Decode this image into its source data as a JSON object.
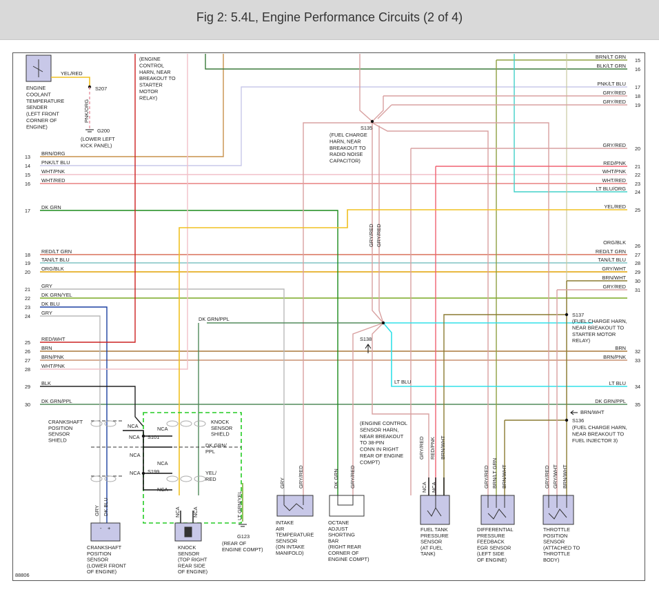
{
  "title": "Fig 2: 5.4L, Engine Performance Circuits (2 of 4)",
  "figure_code": "88806",
  "colors": {
    "yel_red": "#f0c020",
    "pnk_org": "#e890a0",
    "brn_org": "#c8904a",
    "pnk_ltblu": "#c8c8ea",
    "wht_pnk": "#f2c0c8",
    "wht_red": "#e88080",
    "dk_grn": "#1a8a1a",
    "red_ltgrn": "#d8705a",
    "tan_ltblu": "#7fc4c4",
    "org_blk": "#e0a000",
    "gry": "#b8b8b8",
    "dk_grn_yel": "#78a820",
    "dk_blu": "#1a3ea0",
    "red_wht": "#cc2020",
    "brn": "#a8783c",
    "brn_pnk": "#c89070",
    "blk": "#222222",
    "dk_grn_ppl": "#508a5a",
    "brn_ltgrn": "#8ea040",
    "blk_ltgrn": "#3a7a3a",
    "gry_red": "#d8a0a0",
    "red_pnk": "#f06070",
    "lt_blu_org": "#40d0c8",
    "lt_blu": "#30e0e8",
    "gry_wht": "#c8c8a0",
    "brn_wht": "#8a7a30",
    "lt_grn_yel": "#7ab030",
    "shield": "#aaaaaa",
    "green_box": "#22cc22"
  },
  "left_wires": [
    {
      "num": "13",
      "label": "BRN/ORG"
    },
    {
      "num": "14",
      "label": "PNK/LT BLU"
    },
    {
      "num": "15",
      "label": "WHT/PNK"
    },
    {
      "num": "16",
      "label": "WHT/RED"
    },
    {
      "num": "17",
      "label": "DK GRN"
    },
    {
      "num": "18",
      "label": "RED/LT GRN"
    },
    {
      "num": "19",
      "label": "TAN/LT BLU"
    },
    {
      "num": "20",
      "label": "ORG/BLK"
    },
    {
      "num": "21",
      "label": "GRY"
    },
    {
      "num": "22",
      "label": "DK GRN/YEL"
    },
    {
      "num": "23",
      "label": "DK BLU"
    },
    {
      "num": "24",
      "label": "GRY"
    },
    {
      "num": "25",
      "label": "RED/WHT"
    },
    {
      "num": "26",
      "label": "BRN"
    },
    {
      "num": "27",
      "label": "BRN/PNK"
    },
    {
      "num": "28",
      "label": "WHT/PNK"
    },
    {
      "num": "29",
      "label": "BLK"
    },
    {
      "num": "30",
      "label": "DK GRN/PPL"
    }
  ],
  "right_wires": [
    {
      "num": "15",
      "label": "BRN/LT GRN"
    },
    {
      "num": "16",
      "label": "BLK/LT GRN"
    },
    {
      "num": "17",
      "label": "PNK/LT BLU"
    },
    {
      "num": "18",
      "label": "GRY/RED"
    },
    {
      "num": "19",
      "label": "GRY/RED"
    },
    {
      "num": "20",
      "label": "GRY/RED"
    },
    {
      "num": "21",
      "label": "RED/PNK"
    },
    {
      "num": "22",
      "label": "WHT/PNK"
    },
    {
      "num": "23",
      "label": "WHT/RED"
    },
    {
      "num": "24",
      "label": "LT BLU/ORG"
    },
    {
      "num": "25",
      "label": "YEL/RED"
    },
    {
      "num": "26",
      "label": "ORG/BLK"
    },
    {
      "num": "27",
      "label": "RED/LT GRN"
    },
    {
      "num": "28",
      "label": "TAN/LT BLU"
    },
    {
      "num": "29",
      "label": "GRY/WHT"
    },
    {
      "num": "30",
      "label": "BRN/WHT"
    },
    {
      "num": "31",
      "label": "GRY/RED"
    },
    {
      "num": "32",
      "label": "BRN"
    },
    {
      "num": "33",
      "label": "BRN/PNK"
    },
    {
      "num": "34",
      "label": "LT BLU"
    },
    {
      "num": "35",
      "label": "DK GRN/PPL"
    }
  ],
  "components": {
    "ect_sender": [
      "ENGINE",
      "COOLANT",
      "TEMPERATURE",
      "SENDER",
      "(LEFT FRONT",
      "CORNER OF",
      "ENGINE)"
    ],
    "engine_control_harness": [
      "(ENGINE",
      "CONTROL",
      "HARN, NEAR",
      "BREAKOUT TO",
      "STARTER",
      "MOTOR",
      "RELAY)"
    ],
    "s207": "S207",
    "g200": "G200",
    "g200_loc": [
      "(LOWER LEFT",
      "KICK PANEL)"
    ],
    "yel_red_label": "YEL/RED",
    "pnk_org_label": "PNK/ORG",
    "s135": "S135",
    "s135_desc": [
      "(FUEL CHARGE",
      "HARN, NEAR",
      "BREAKOUT TO",
      "RADIO NOISE",
      "CAPACITOR)"
    ],
    "gry_red_vertical": "GRY/RED",
    "dk_grn_ppl_mid": "DK GRN/PPL",
    "s138": "S138",
    "s138_desc": [
      "(ENGINE CONTROL",
      "SENSOR HARN,",
      "NEAR BREAKOUT",
      "TO 38-PIN",
      "CONN IN RIGHT",
      "REAR OF ENGINE",
      "COMPT)"
    ],
    "lt_blu_mid": "LT BLU",
    "s137": "S137",
    "s137_desc": [
      "(FUEL CHARGE HARN,",
      "NEAR BREAKOUT TO",
      "STARTER MOTOR",
      "RELAY)"
    ],
    "brn_wht_arrow": "BRN/WHT",
    "s136": "S136",
    "s136_desc": [
      "(FUEL CHARGE HARN,",
      "NEAR BREAKOUT TO",
      "FUEL INJECTOR 3)"
    ],
    "ckp_shield": [
      "CRANKSHAFT",
      "POSITION",
      "SENSOR",
      "SHIELD"
    ],
    "ks_shield": [
      "KNOCK",
      "SENSOR",
      "SHIELD"
    ],
    "nca": "NCA",
    "s101": "S101",
    "s199": "S199",
    "dk_grn_ppl_ks": [
      "DK GRN/",
      "PPL"
    ],
    "yel_red_ks": [
      "YEL/",
      "RED"
    ],
    "ckp_sensor": [
      "CRANKSHAFT",
      "POSITION",
      "SENSOR",
      "(LOWER FRONT",
      "OF ENGINE)"
    ],
    "knock_sensor": [
      "KNOCK",
      "SENSOR",
      "(TOP RIGHT",
      "REAR SIDE",
      "OF ENGINE)"
    ],
    "g123": "G123",
    "g123_loc": [
      "(REAR OF",
      "ENGINE COMPT)"
    ],
    "lt_grn_yel": "LT GRN/YEL",
    "iat_sensor": [
      "INTAKE",
      "AIR",
      "TEMPERATURE",
      "SENSOR",
      "(ON INTAKE",
      "MANIFOLD)"
    ],
    "octane_bar": [
      "OCTANE",
      "ADJUST",
      "SHORTING",
      "BAR",
      "(RIGHT REAR",
      "CORNER OF",
      "ENGINE COMPT)"
    ],
    "ftp_sensor": [
      "FUEL TANK",
      "PRESSURE",
      "SENSOR",
      "(AT FUEL",
      "TANK)"
    ],
    "dpfe_sensor": [
      "DIFFERENTIAL",
      "PRESSURE",
      "FEEDBACK",
      "EGR SENSOR",
      "(LEFT SIDE",
      "OF ENGINE)"
    ],
    "tp_sensor": [
      "THROTTLE",
      "POSITION",
      "SENSOR",
      "(ATTACHED TO",
      "THROTTLE",
      "BODY)"
    ],
    "sensor_wire_labels": {
      "ckp": [
        "GRY",
        "DK BLU"
      ],
      "ks": [
        "NCA",
        "NCA"
      ],
      "iat": [
        "GRY",
        "GRY/RED"
      ],
      "octane": [
        "DK GRN",
        "GRY/RED"
      ],
      "ftp": [
        "GRY/RED",
        "RED/PNK",
        "BRN/WHT",
        "NCA",
        "NCA"
      ],
      "dpfe": [
        "GRY/RED",
        "BRN/LT GRN",
        "BRN/WHT"
      ],
      "tp": [
        "GRY/RED",
        "GRY/WHT",
        "BRN/WHT"
      ]
    },
    "minus": "-",
    "plus": "+"
  }
}
